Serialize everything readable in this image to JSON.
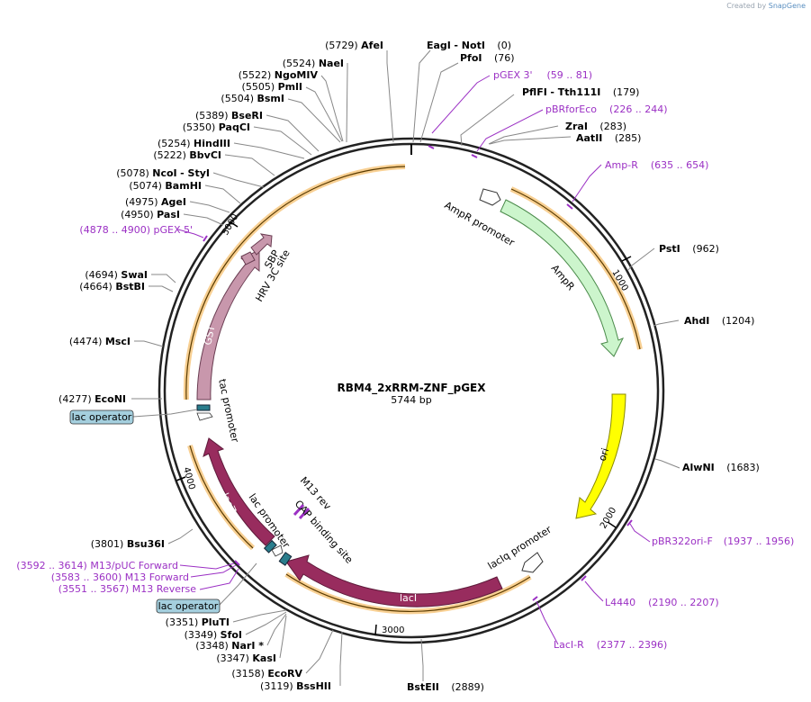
{
  "app": {
    "created_by_label": "Created by",
    "brand": "SnapGene"
  },
  "plasmid": {
    "name": "RBM4_2xRRM-ZNF_pGEX",
    "length_label": "5744 bp"
  },
  "ticks": [
    "1000",
    "2000",
    "3000",
    "4000",
    "5000"
  ],
  "enzymes_left": [
    {
      "pos": "(5729)",
      "name": "AfeI"
    },
    {
      "pos": "(5524)",
      "name": "NaeI"
    },
    {
      "pos": "(5522)",
      "name": "NgoMIV"
    },
    {
      "pos": "(5505)",
      "name": "PmlI"
    },
    {
      "pos": "(5504)",
      "name": "BsmI"
    },
    {
      "pos": "(5389)",
      "name": "BseRI"
    },
    {
      "pos": "(5350)",
      "name": "PaqCI"
    },
    {
      "pos": "(5254)",
      "name": "HindIII"
    },
    {
      "pos": "(5222)",
      "name": "BbvCI"
    },
    {
      "pos": "(5078)",
      "name": "NcoI",
      "name2": "- StyI"
    },
    {
      "pos": "(5074)",
      "name": "BamHI"
    },
    {
      "pos": "(4975)",
      "name": "AgeI"
    },
    {
      "pos": "(4950)",
      "name": "PasI"
    },
    {
      "pos": "(4694)",
      "name": "SwaI"
    },
    {
      "pos": "(4664)",
      "name": "BstBI"
    },
    {
      "pos": "(4474)",
      "name": "MscI"
    },
    {
      "pos": "(4277)",
      "name": "EcoNI"
    },
    {
      "pos": "(3801)",
      "name": "Bsu36I"
    },
    {
      "pos": "(3351)",
      "name": "PluTI"
    },
    {
      "pos": "(3349)",
      "name": "SfoI"
    },
    {
      "pos": "(3348)",
      "name": "NarI *"
    },
    {
      "pos": "(3347)",
      "name": "KasI"
    },
    {
      "pos": "(3158)",
      "name": "EcoRV"
    },
    {
      "pos": "(3119)",
      "name": "BssHII"
    }
  ],
  "enzymes_right": [
    {
      "name": "EagI",
      "name2": "- NotI",
      "pos": "(0)"
    },
    {
      "name": "PfoI",
      "pos": "(76)"
    },
    {
      "name": "PflFI",
      "name2": "- Tth111I",
      "pos": "(179)"
    },
    {
      "name": "ZraI",
      "pos": "(283)"
    },
    {
      "name": "AatII",
      "pos": "(285)"
    },
    {
      "name": "PstI",
      "pos": "(962)"
    },
    {
      "name": "AhdI",
      "pos": "(1204)"
    },
    {
      "name": "AlwNI",
      "pos": "(1683)"
    },
    {
      "name": "BstEII",
      "pos": "(2889)"
    }
  ],
  "primers": [
    {
      "name": "pGEX 3'",
      "range": "(59 .. 81)"
    },
    {
      "name": "pBRforEco",
      "range": "(226 .. 244)"
    },
    {
      "name": "Amp-R",
      "range": "(635 .. 654)"
    },
    {
      "name": "pBR322ori-F",
      "range": "(1937 .. 1956)"
    },
    {
      "name": "L4440",
      "range": "(2190 .. 2207)"
    },
    {
      "name": "LacI-R",
      "range": "(2377 .. 2396)"
    },
    {
      "range": "(3592 .. 3614)",
      "name": "M13/pUC Forward"
    },
    {
      "range": "(3583 .. 3600)",
      "name": "M13 Forward"
    },
    {
      "range": "(3551 .. 3567)",
      "name": "M13 Reverse"
    },
    {
      "range": "(4878 .. 4900)",
      "name": "pGEX 5'"
    }
  ],
  "features": {
    "ampr_promoter": "AmpR promoter",
    "ampr": "AmpR",
    "ori": "ori",
    "laciq_promoter": "lacIq promoter",
    "laci": "lacI",
    "cap_site": "CAP binding site",
    "lac_promoter": "lac promoter",
    "lacza": "lacZα",
    "tac_promoter": "tac promoter",
    "gst": "GST",
    "hrv": "HRV 3C site",
    "sbp": "SBP",
    "m13rev": "M13 rev",
    "lac_operator_1": "lac operator",
    "lac_operator_2": "lac operator"
  },
  "colors": {
    "ampr": "#ccf5cc",
    "ori": "#ffff00",
    "laci": "#982c5e",
    "gst": "#c897ac",
    "orf": "#f3a93b",
    "primer": "#9b30c4",
    "operator": "#a4cfde"
  }
}
